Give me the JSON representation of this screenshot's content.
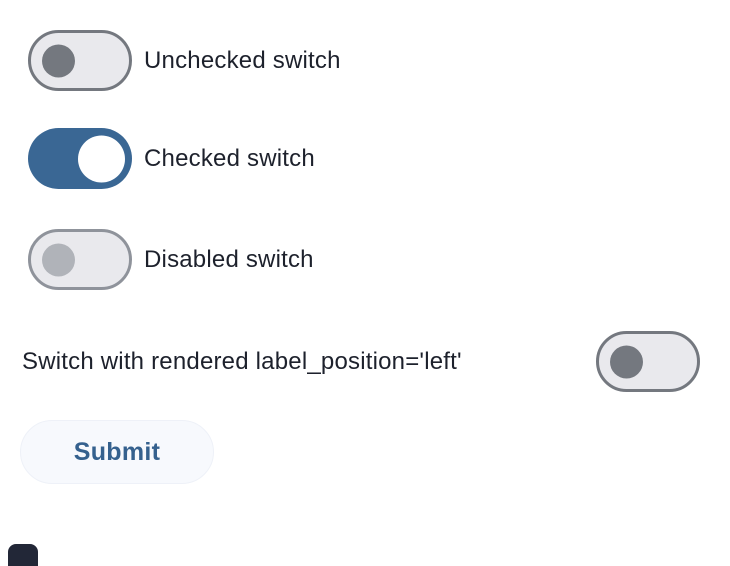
{
  "switches": [
    {
      "label": "Unchecked switch",
      "state": "unchecked",
      "label_position": "right"
    },
    {
      "label": "Checked switch",
      "state": "checked",
      "label_position": "right"
    },
    {
      "label": "Disabled switch",
      "state": "disabled",
      "label_position": "right"
    },
    {
      "label": "Switch with rendered label_position='left'",
      "state": "unchecked",
      "label_position": "left"
    }
  ],
  "submit_button": {
    "label": "Submit"
  },
  "colors": {
    "background": "#ffffff",
    "label_text": "#1d212c",
    "checked_track": "#3a6794",
    "unchecked_track": "#e9e9ed",
    "unchecked_border": "#74787f",
    "unchecked_thumb": "#74787f",
    "disabled_border": "#8f939b",
    "disabled_thumb": "#b0b3b9",
    "checked_thumb": "#ffffff",
    "submit_background": "#f7f9fd",
    "submit_text": "#35618e",
    "corner_badge": "#222737"
  }
}
